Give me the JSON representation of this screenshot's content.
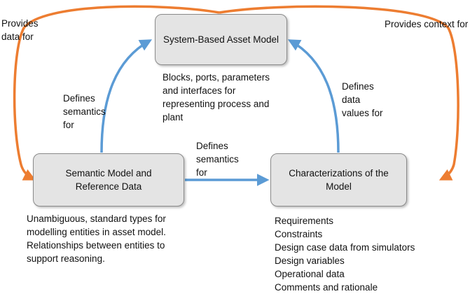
{
  "nodes": {
    "system_model": "System-Based Asset Model",
    "semantic_model": [
      "Semantic Model and",
      "Reference Data"
    ],
    "characterizations": [
      "Characterizations of the",
      "Model"
    ]
  },
  "descriptions": {
    "system_model": [
      "Blocks, ports, parameters",
      "and interfaces for",
      "representing process and",
      "plant"
    ],
    "semantic_model": [
      "Unambiguous, standard types for",
      "modelling entities in asset model.",
      "Relationships between entities to",
      "support reasoning."
    ],
    "characterizations": [
      "Requirements",
      "Constraints",
      "Design case data from simulators",
      "Design variables",
      "Operational data",
      "Comments and rationale"
    ]
  },
  "edge_labels": {
    "provides_data_for": [
      "Provides",
      "data for"
    ],
    "provides_context_for": "Provides context for",
    "defines_semantics_left": [
      "Defines",
      "semantics",
      "for"
    ],
    "defines_semantics_bottom": [
      "Defines",
      "semantics",
      "for"
    ],
    "defines_data_values_for": [
      "Defines",
      "data",
      "values for"
    ]
  },
  "colors": {
    "orange_arrow": "#ed7d31",
    "blue_arrow": "#5b9bd5",
    "node_fill": "#e4e4e4",
    "node_border": "#8a8a8a"
  }
}
